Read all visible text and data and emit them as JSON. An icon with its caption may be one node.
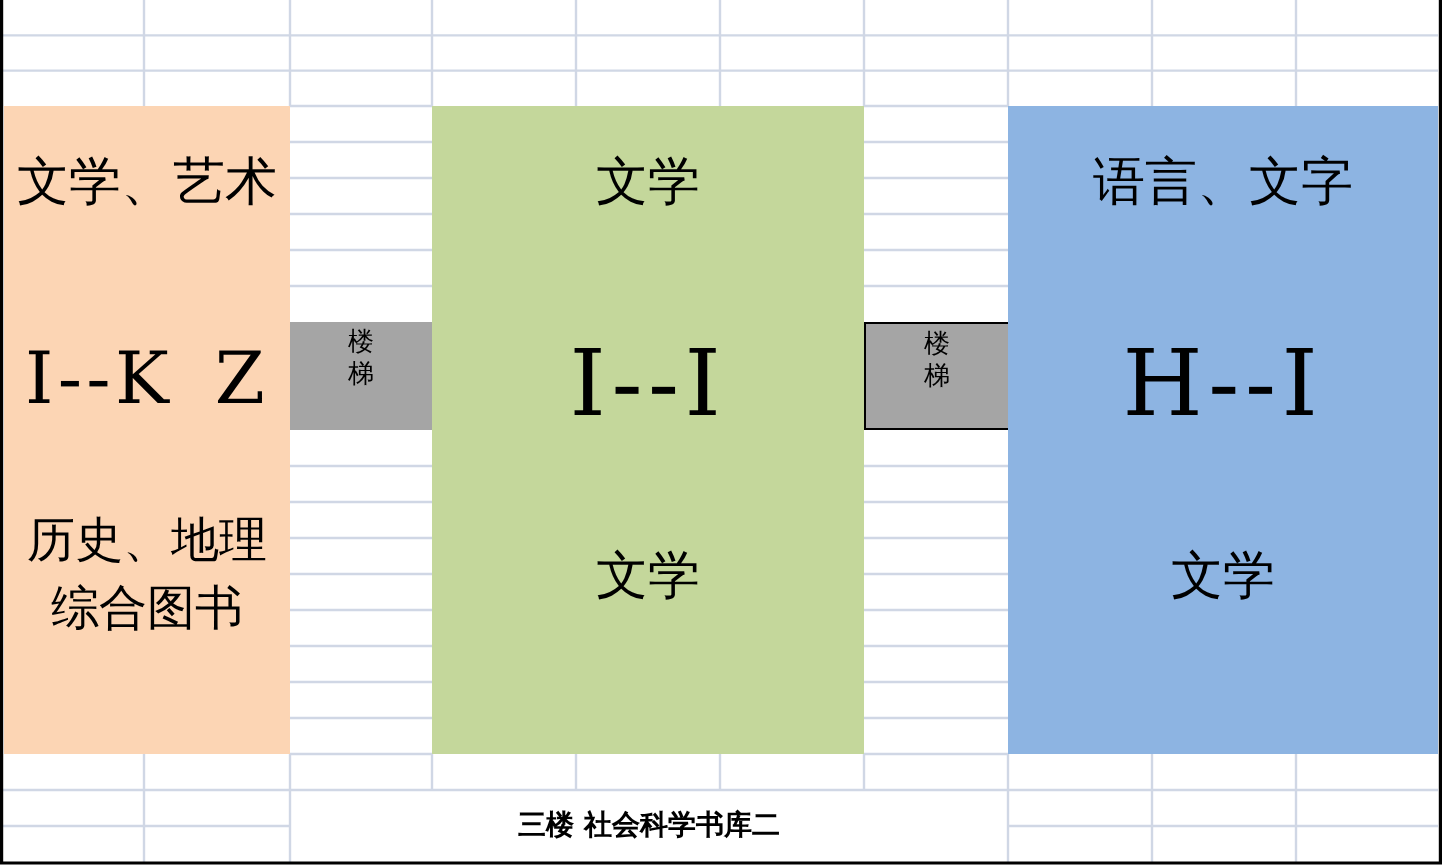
{
  "diagram": {
    "caption": "三楼 社会科学书库二",
    "nodes": [
      {
        "text": [
          "文学、艺术",
          "I--K Z",
          "历史、地理综合图书"
        ]
      },
      {
        "text": [
          "楼梯"
        ]
      },
      {
        "text": [
          "文学",
          "I--I",
          "文学"
        ]
      },
      {
        "text": [
          "楼梯"
        ]
      },
      {
        "text": [
          "语言、文字",
          "H--I",
          "文学"
        ]
      }
    ]
  }
}
